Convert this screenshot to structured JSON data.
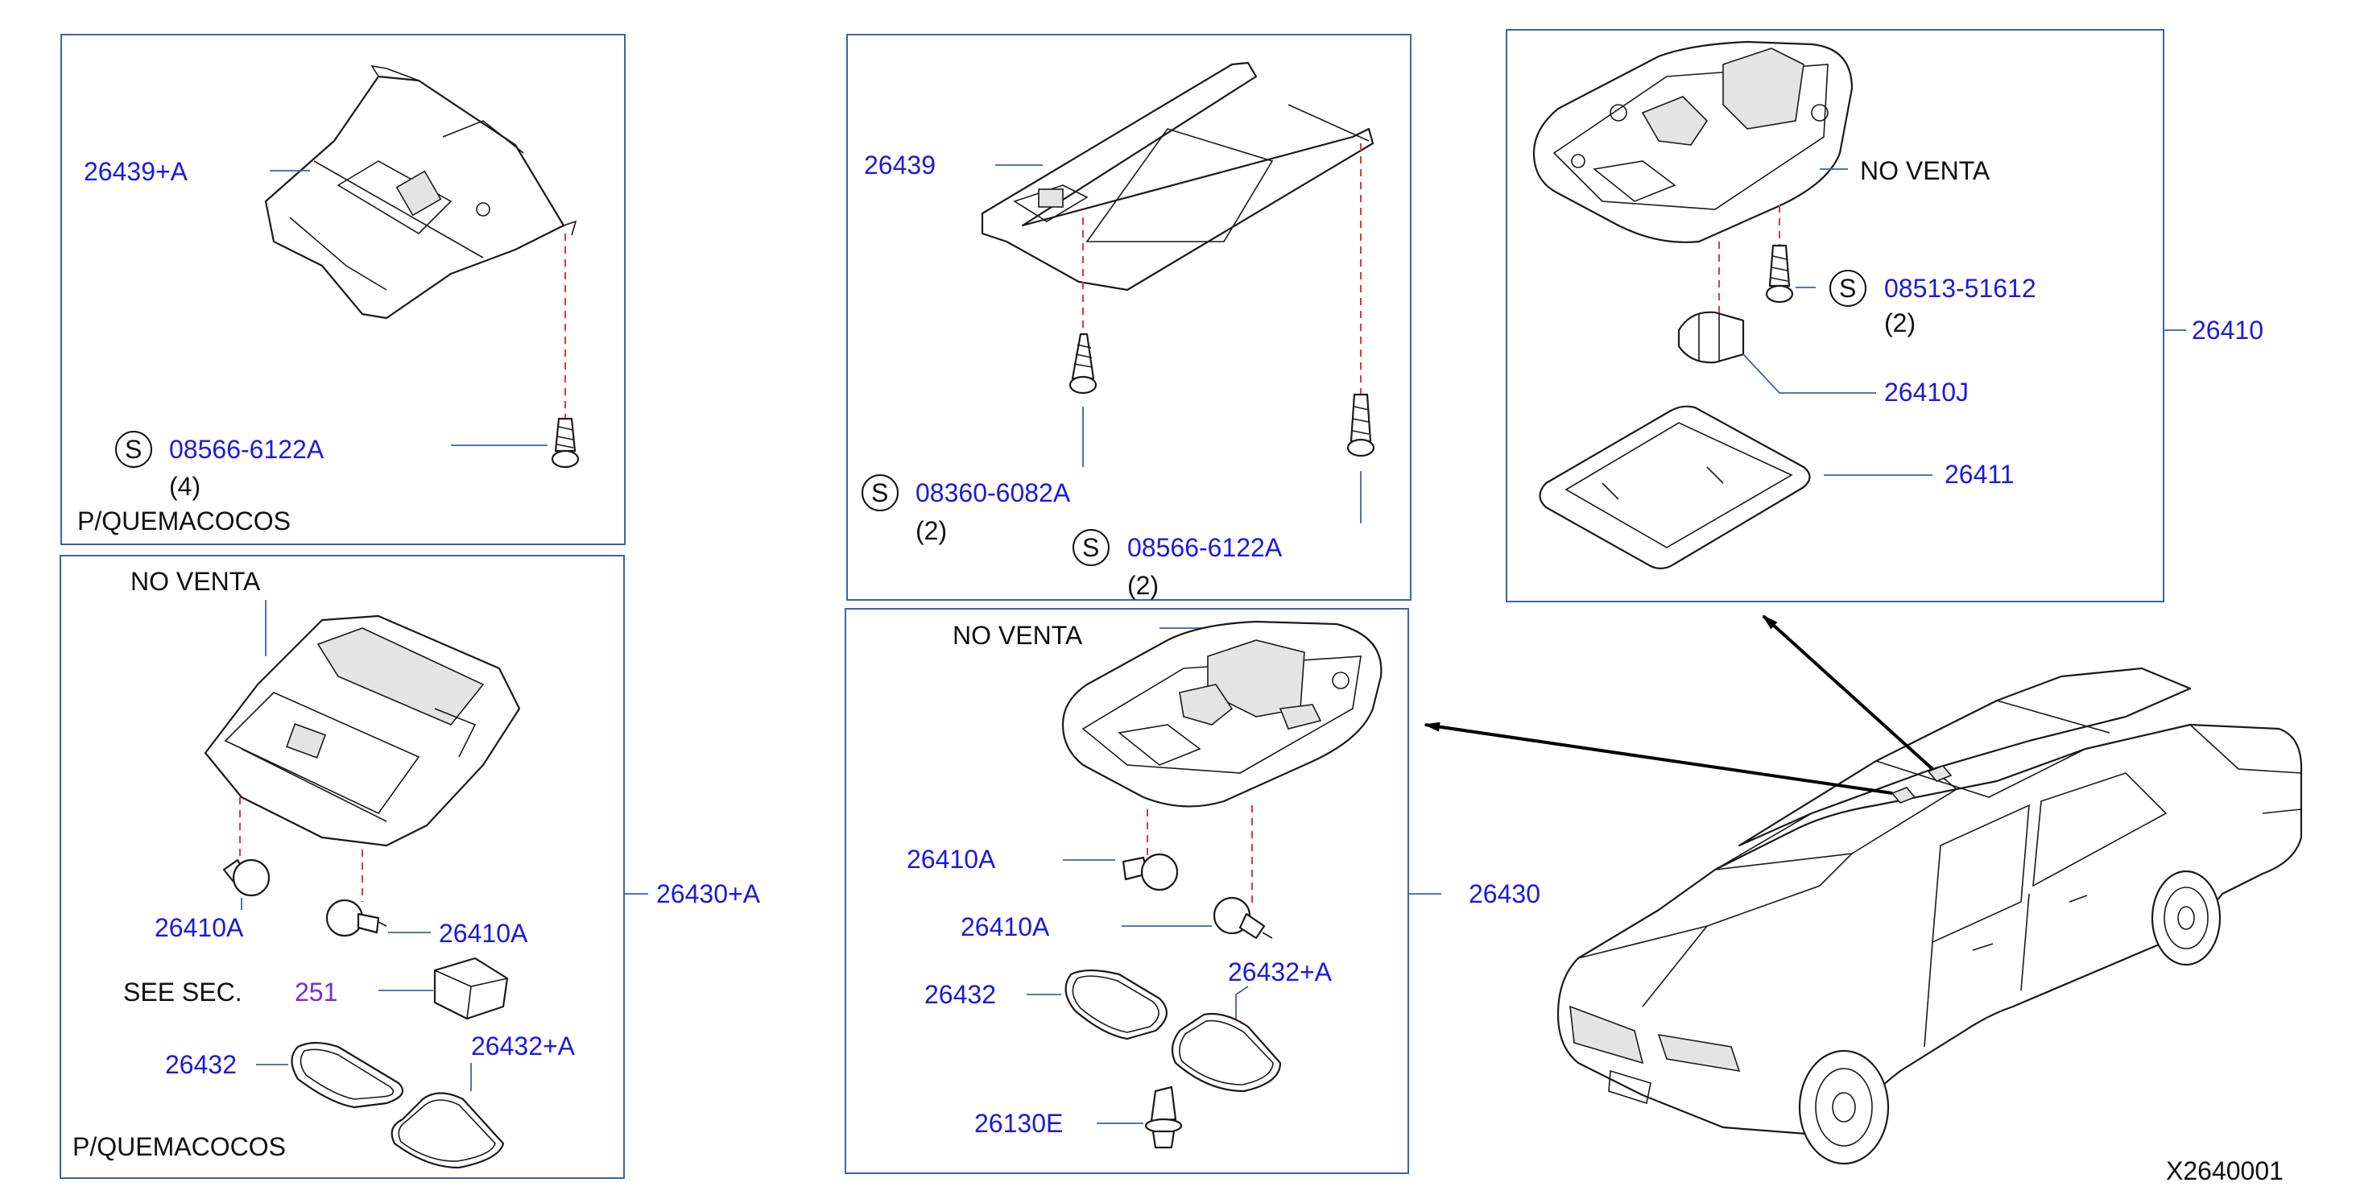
{
  "panels": {
    "top_left": {
      "part_label": "26439+A",
      "screw_symbol": "S",
      "screw_part": "08566-6122A",
      "screw_qty": "(4)",
      "note": "P/QUEMACOCOS"
    },
    "top_middle": {
      "part_label": "26439",
      "screw1_symbol": "S",
      "screw1_part": "08360-6082A",
      "screw1_qty": "(2)",
      "screw2_symbol": "S",
      "screw2_part": "08566-6122A",
      "screw2_qty": "(2)"
    },
    "top_right": {
      "note": "NO  VENTA",
      "screw_symbol": "S",
      "screw_part": "08513-51612",
      "screw_qty": "(2)",
      "bulb_label": "26410J",
      "lens_label": "26411",
      "assembly_label": "26410"
    },
    "bottom_left": {
      "note_top": "NO  VENTA",
      "bulb_left": "26410A",
      "bulb_right": "26410A",
      "see_sec": "SEE  SEC.",
      "see_sec_number": "251",
      "gasket_left": "26432",
      "gasket_right": "26432+A",
      "note_bottom": "P/QUEMACOCOS",
      "assembly_label": "26430+A"
    },
    "bottom_middle": {
      "note_top": "NO  VENTA",
      "bulb_upper": "26410A",
      "bulb_lower": "26410A",
      "gasket_left": "26432",
      "gasket_right": "26432+A",
      "clip_label": "26130E",
      "assembly_label": "26430"
    }
  },
  "diagram_code": "X2640001",
  "colors": {
    "label_blue": "#1a1adf",
    "frame_blue": "#3a63a8",
    "dashed_red": "#d93a3a",
    "link_purple": "#7a2bd1"
  }
}
